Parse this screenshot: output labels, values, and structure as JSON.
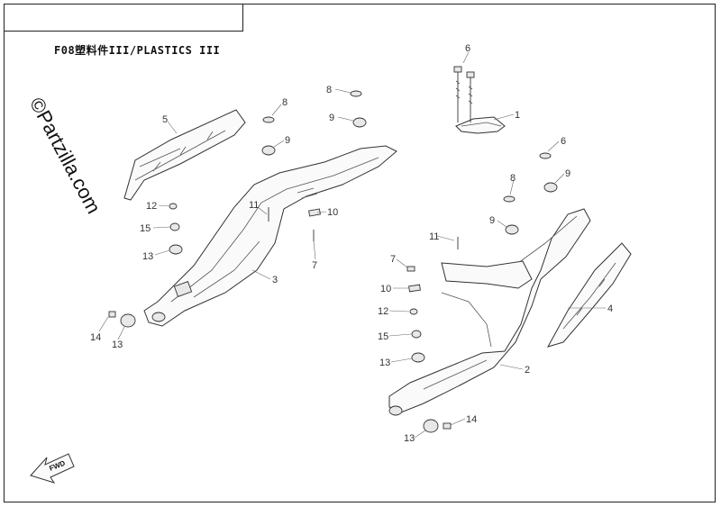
{
  "diagram": {
    "title": "F08塑料件III/PLASTICS III",
    "watermark": "©Partzilla.com",
    "fwd_label": "FWD"
  },
  "callouts": [
    {
      "id": "c1a",
      "text": "1"
    },
    {
      "id": "c6a",
      "text": "6"
    },
    {
      "id": "c8a",
      "text": "8"
    },
    {
      "id": "c9a",
      "text": "9"
    },
    {
      "id": "c8b",
      "text": "8"
    },
    {
      "id": "c9b",
      "text": "9"
    },
    {
      "id": "c5",
      "text": "5"
    },
    {
      "id": "c11a",
      "text": "11"
    },
    {
      "id": "c10a",
      "text": "10"
    },
    {
      "id": "c7a",
      "text": "7"
    },
    {
      "id": "c12a",
      "text": "12"
    },
    {
      "id": "c15a",
      "text": "15"
    },
    {
      "id": "c13a",
      "text": "13"
    },
    {
      "id": "c3",
      "text": "3"
    },
    {
      "id": "c14a",
      "text": "14"
    },
    {
      "id": "c13b",
      "text": "13"
    },
    {
      "id": "c6b",
      "text": "6"
    },
    {
      "id": "c9c",
      "text": "9"
    },
    {
      "id": "c8c",
      "text": "8"
    },
    {
      "id": "c9d",
      "text": "9"
    },
    {
      "id": "c11b",
      "text": "11"
    },
    {
      "id": "c7b",
      "text": "7"
    },
    {
      "id": "c10b",
      "text": "10"
    },
    {
      "id": "c4",
      "text": "4"
    },
    {
      "id": "c12b",
      "text": "12"
    },
    {
      "id": "c15b",
      "text": "15"
    },
    {
      "id": "c13c",
      "text": "13"
    },
    {
      "id": "c2",
      "text": "2"
    },
    {
      "id": "c13d",
      "text": "13"
    },
    {
      "id": "c14b",
      "text": "14"
    }
  ]
}
